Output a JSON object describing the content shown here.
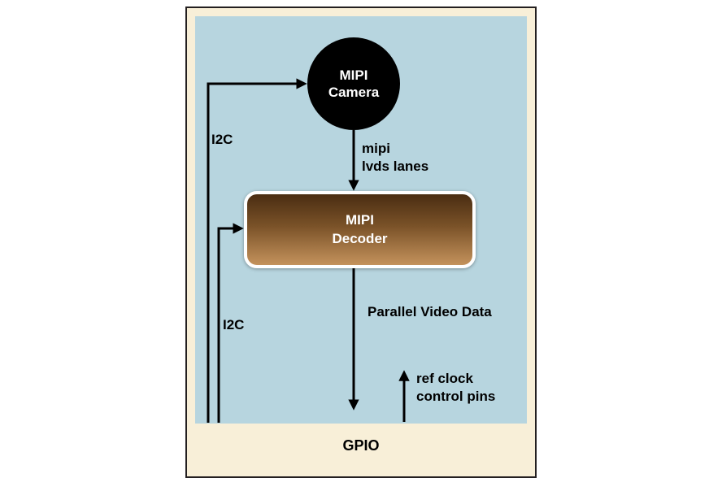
{
  "diagram": {
    "camera": {
      "line1": "MIPI",
      "line2": "Camera"
    },
    "decoder": {
      "line1": "MIPI",
      "line2": "Decoder"
    },
    "labels": {
      "i2c_camera": "I2C",
      "i2c_decoder": "I2C",
      "mipi_lanes_line1": "mipi",
      "mipi_lanes_line2": "lvds lanes",
      "parallel_video": "Parallel Video Data",
      "ref_clock_line1": "ref clock",
      "ref_clock_line2": "control pins",
      "gpio": "GPIO"
    },
    "colors": {
      "frame_background": "#f8efd8",
      "panel_background": "#b7d5df",
      "camera_node": "#000000",
      "decoder_gradient_top": "#4a2d12",
      "decoder_gradient_bottom": "#c4925c",
      "decoder_border": "#ffffff",
      "wire": "#000000",
      "frame_border": "#231f20"
    }
  }
}
